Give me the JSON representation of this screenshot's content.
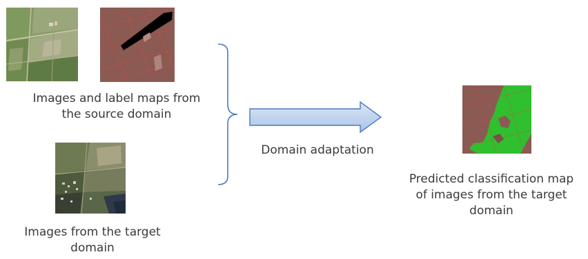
{
  "source": {
    "caption_line1": "Images and label maps from",
    "caption_line2": "the source domain"
  },
  "target": {
    "caption_line1": "Images from the target",
    "caption_line2": "domain"
  },
  "process": {
    "label": "Domain adaptation"
  },
  "output": {
    "caption_line1": "Predicted classification map",
    "caption_line2": "of images from the target",
    "caption_line3": "domain"
  },
  "colors": {
    "label_brown": "#8b5a52",
    "label_green": "#2fbf2f",
    "arrow_fill_top": "#dbe7f5",
    "arrow_fill_bottom": "#a9c3e6",
    "arrow_stroke": "#4a78bd",
    "brace": "#4a78bd"
  }
}
